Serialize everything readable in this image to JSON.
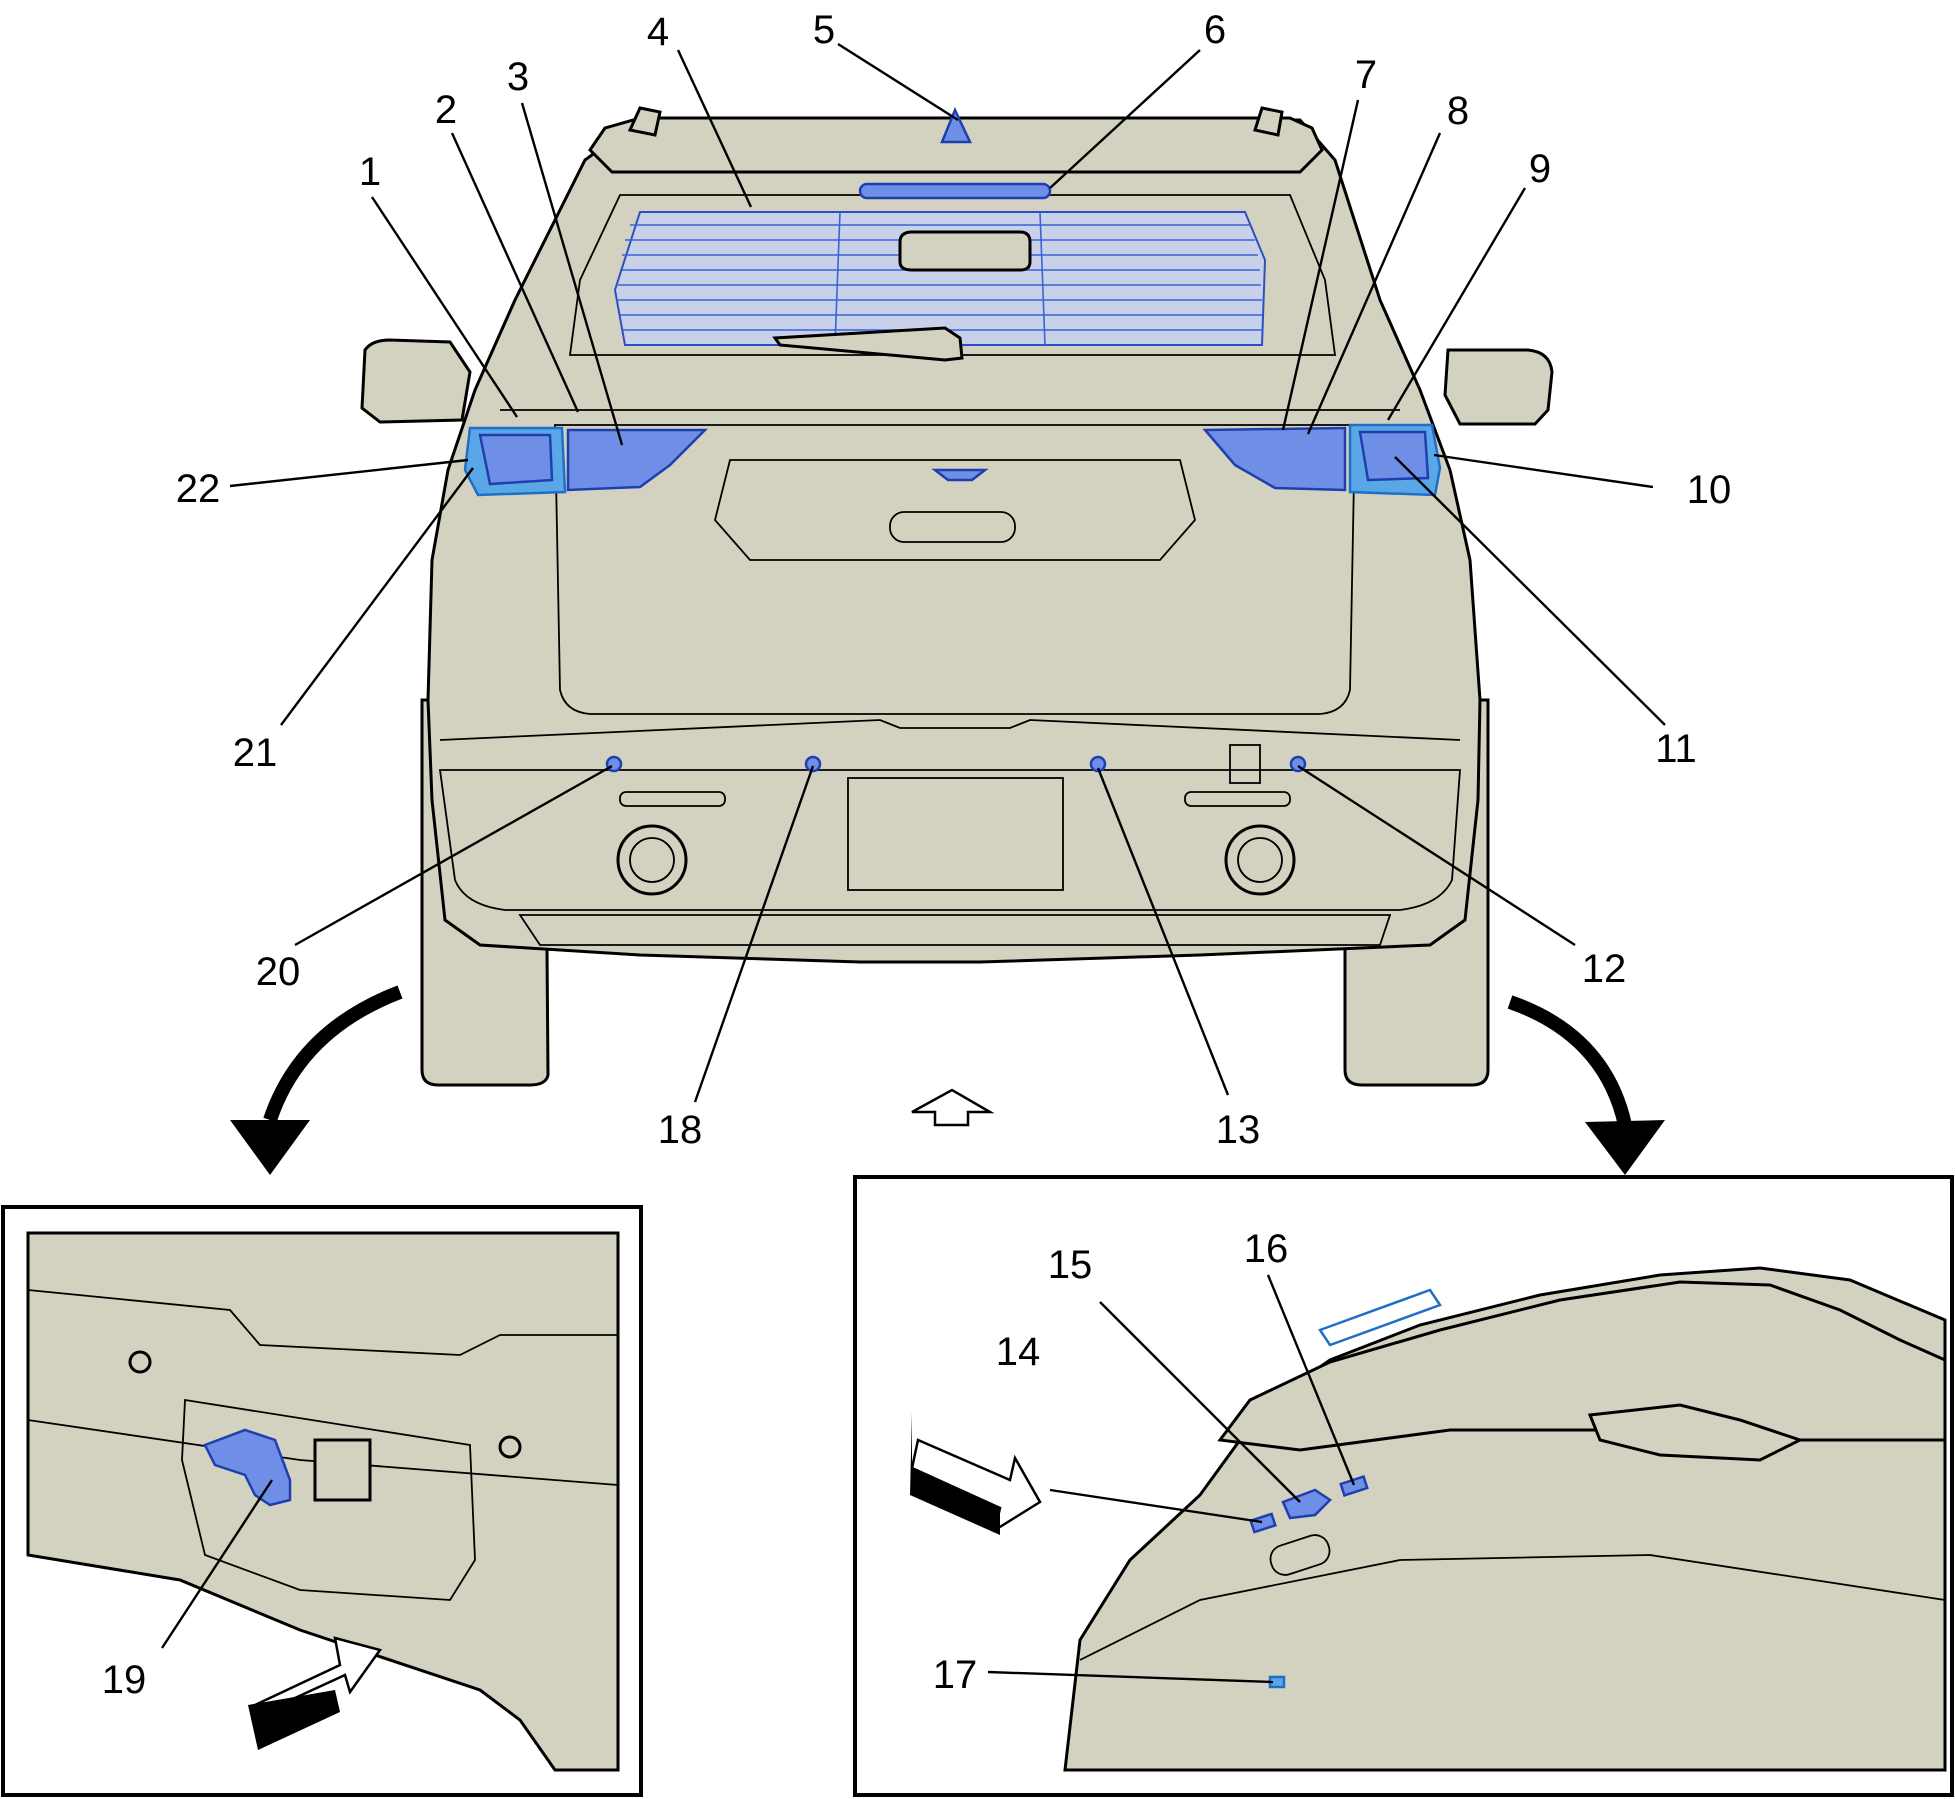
{
  "callouts": [
    {
      "id": "1",
      "label": "1"
    },
    {
      "id": "2",
      "label": "2"
    },
    {
      "id": "3",
      "label": "3"
    },
    {
      "id": "4",
      "label": "4"
    },
    {
      "id": "5",
      "label": "5"
    },
    {
      "id": "6",
      "label": "6"
    },
    {
      "id": "7",
      "label": "7"
    },
    {
      "id": "8",
      "label": "8"
    },
    {
      "id": "9",
      "label": "9"
    },
    {
      "id": "10",
      "label": "10"
    },
    {
      "id": "11",
      "label": "11"
    },
    {
      "id": "12",
      "label": "12"
    },
    {
      "id": "13",
      "label": "13"
    },
    {
      "id": "14",
      "label": "14"
    },
    {
      "id": "15",
      "label": "15"
    },
    {
      "id": "16",
      "label": "16"
    },
    {
      "id": "17",
      "label": "17"
    },
    {
      "id": "18",
      "label": "18"
    },
    {
      "id": "19",
      "label": "19"
    },
    {
      "id": "20",
      "label": "20"
    },
    {
      "id": "21",
      "label": "21"
    },
    {
      "id": "22",
      "label": "22"
    }
  ],
  "colors": {
    "body_fill": "#d3d1bf",
    "highlight_blue": "#6f8fe6",
    "highlight_cyan": "#5aa7e8",
    "outline": "#000000"
  }
}
